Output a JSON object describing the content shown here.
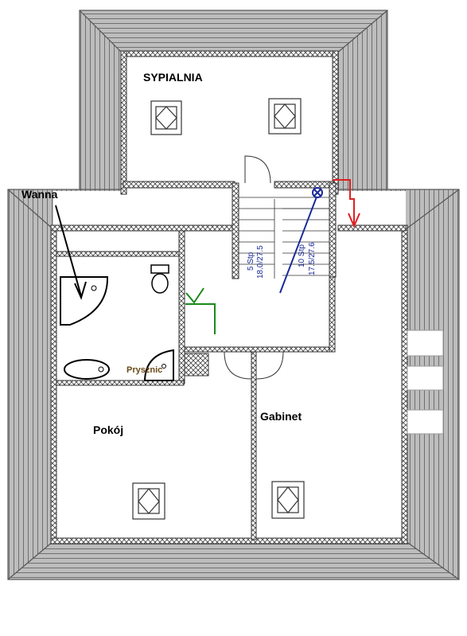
{
  "rooms": {
    "bedroom": "SYPIALNIA",
    "bath": "Wanna",
    "shower": "Prysznic",
    "room": "Pokój",
    "office": "Gabinet"
  },
  "stairs": {
    "lower_count": "5 Stp",
    "lower_dims": "18.0/27.5",
    "upper_count": "10 Stp",
    "upper_dims": "17.5/27.6"
  },
  "colors": {
    "roof": "#b9b9b9",
    "roof_line": "#777777",
    "wall": "#333333",
    "stair_line": "#1a2a9a",
    "pipe_green": "#1a8a1a",
    "arrow_red": "#e02020",
    "label_brown": "#6b4a1a"
  }
}
